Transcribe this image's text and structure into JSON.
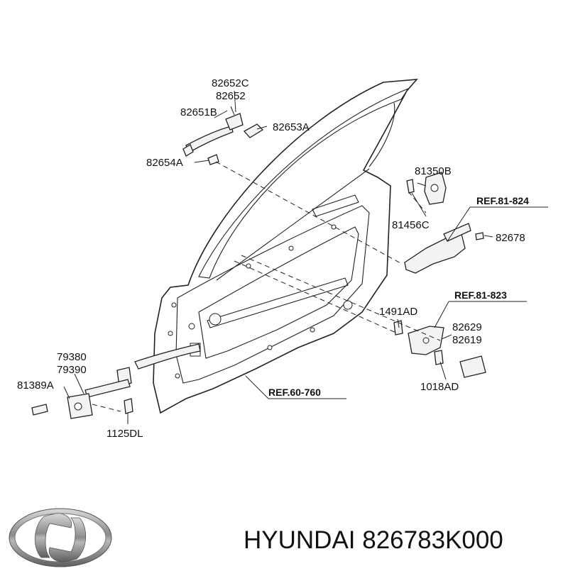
{
  "diagram": {
    "labels": {
      "p82652C": "82652C",
      "p82652": "82652",
      "p82651B": "82651B",
      "p82653A": "82653A",
      "p82654A": "82654A",
      "p81350B": "81350B",
      "p81456C": "81456C",
      "p82678": "82678",
      "p1491AD": "1491AD",
      "p82629": "82629",
      "p82619": "82619",
      "p1018AD": "1018AD",
      "p79380": "79380",
      "p79390": "79390",
      "p81389A": "81389A",
      "p1125DL": "1125DL"
    },
    "refs": {
      "ref1": "REF.81-824",
      "ref2": "REF.81-823",
      "ref3": "REF.60-760"
    }
  },
  "footer": {
    "brand_text": "HYUNDAI 826783K000",
    "logo_icon": "hyundai-logo-icon"
  }
}
